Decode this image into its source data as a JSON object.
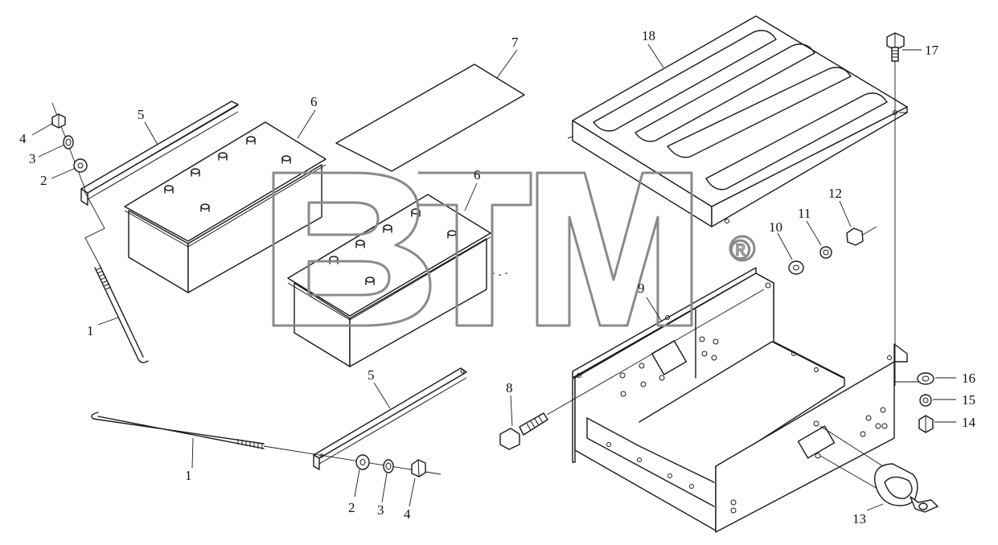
{
  "watermark": {
    "brand": "BTM",
    "mark": "®"
  },
  "callouts": {
    "c1a": "1",
    "c1b": "1",
    "c2a": "2",
    "c2b": "2",
    "c3a": "3",
    "c3b": "3",
    "c4a": "4",
    "c4b": "4",
    "c5a": "5",
    "c5b": "5",
    "c6a": "6",
    "c6b": "6",
    "c7": "7",
    "c8": "8",
    "c9": "9",
    "c10": "10",
    "c11": "11",
    "c12": "12",
    "c13": "13",
    "c14": "14",
    "c15": "15",
    "c16": "16",
    "c17": "17",
    "c18": "18"
  }
}
